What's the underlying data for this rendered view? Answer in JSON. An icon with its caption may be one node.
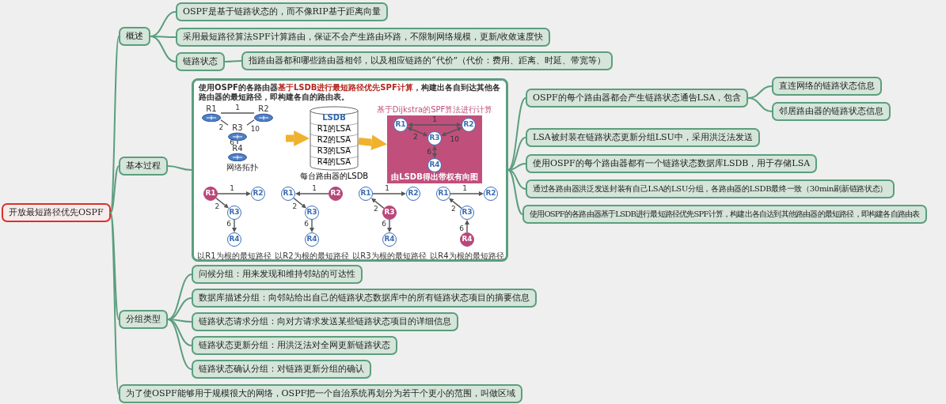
{
  "diagram": {
    "nodes": [
      {
        "text": [
          "开放最短路径优先OSPF"
        ]
      },
      {
        "text": [
          "概述"
        ]
      },
      {
        "text": [
          "OSPF是基于链路状态的，而不像RIP基于距离向量"
        ]
      },
      {
        "text": [
          "采用最短路径算法SPF计算路由，保证不会产生路由环路，不限制网络规模，更新/收敛速度快"
        ]
      },
      {
        "text": [
          "链路状态"
        ]
      },
      {
        "text": [
          "指路由器都和哪些路由器相邻，以及相应链路的“代价”（代价：费用、距离、时延、带宽等）"
        ]
      },
      {
        "text": [
          "基本过程"
        ]
      },
      {
        "text": [
          "使用OSPF的各路由器**基于LSDB进行最短路径优先SPF计算**，构建出各自到达其他各路由器的最短路径，即构建各自的路由表。"
        ]
      },
      {
        "text": [
          "网络拓扑"
        ],
        "in": 7
      },
      {
        "text": [
          "R1"
        ],
        "in": 8
      },
      {
        "text": [
          "R2"
        ],
        "in": 8
      },
      {
        "text": [
          "R3"
        ],
        "in": 8
      },
      {
        "text": [
          "R4"
        ],
        "in": 8
      },
      {
        "text": [
          "LSDB",
          "R1的LSA",
          "R2的LSA",
          "R3的LSA",
          "R4的LSA"
        ],
        "beside": [
          "每台路由器的LSDB"
        ],
        "in": 7
      },
      {
        "text": [
          "基于Dijkstra的SPF算法进行计算",
          "由LSDB得出带权有向图"
        ],
        "in": 7
      },
      {
        "text": [
          "R1"
        ],
        "in": 14
      },
      {
        "text": [
          "R2"
        ],
        "in": 14
      },
      {
        "text": [
          "R3"
        ],
        "in": 14
      },
      {
        "text": [
          "R4"
        ],
        "in": 14
      },
      {
        "text": [
          "以R1为根的最短路径"
        ],
        "in": 7
      },
      {
        "text": [
          "R1"
        ],
        "in": 19
      },
      {
        "text": [
          "R2"
        ],
        "in": 19
      },
      {
        "text": [
          "R3"
        ],
        "in": 19
      },
      {
        "text": [
          "R4"
        ],
        "in": 19
      },
      {
        "text": [
          "以R2为根的最短路径"
        ],
        "in": 7
      },
      {
        "text": [
          "R1"
        ],
        "in": 24
      },
      {
        "text": [
          "R2"
        ],
        "in": 24
      },
      {
        "text": [
          "R3"
        ],
        "in": 24
      },
      {
        "text": [
          "R4"
        ],
        "in": 24
      },
      {
        "text": [
          "以R3为根的最短路径"
        ],
        "in": 7
      },
      {
        "text": [
          "R1"
        ],
        "in": 29
      },
      {
        "text": [
          "R2"
        ],
        "in": 29
      },
      {
        "text": [
          "R3"
        ],
        "in": 29
      },
      {
        "text": [
          "R4"
        ],
        "in": 29
      },
      {
        "text": [
          "以R4为根的最短路径"
        ],
        "in": 7
      },
      {
        "text": [
          "R1"
        ],
        "in": 34
      },
      {
        "text": [
          "R2"
        ],
        "in": 34
      },
      {
        "text": [
          "R3"
        ],
        "in": 34
      },
      {
        "text": [
          "R4"
        ],
        "in": 34
      },
      {
        "text": [
          "OSPF的每个路由器都会产生链路状态通告LSA，包含"
        ]
      },
      {
        "text": [
          "直连网络的链路状态信息"
        ]
      },
      {
        "text": [
          "邻居路由器的链路状态信息"
        ]
      },
      {
        "text": [
          "LSA被封装在链路状态更新分组LSU中，采用洪泛法发送"
        ]
      },
      {
        "text": [
          "使用OSPF的每个路由器都有一个链路状态数据库LSDB，用于存储LSA"
        ]
      },
      {
        "text": [
          "通过各路由器洪泛发送封装有自己LSA的LSU分组，各路由器的LSDB最终一致（30min刷新链路状态）"
        ]
      },
      {
        "text": [
          "使用OSPF的各路由器基于LSDB进行最短路径优先SPF计算，构建出各自达到其他路由器的最短路径，即构建各自路由表"
        ]
      },
      {
        "text": [
          "分组类型"
        ]
      },
      {
        "text": [
          "问候分组：用来发现和维持邻站的可达性"
        ]
      },
      {
        "text": [
          "数据库描述分组：向邻站给出自己的链路状态数据库中的所有链路状态项目的摘要信息"
        ]
      },
      {
        "text": [
          "链路状态请求分组：向对方请求发送某些链路状态项目的详细信息"
        ]
      },
      {
        "text": [
          "链路状态更新分组：用洪泛法对全网更新链路状态"
        ]
      },
      {
        "text": [
          "链路状态确认分组：对链路更新分组的确认"
        ]
      },
      {
        "text": [
          "为了使OSPF能够用于规模很大的网络，OSPF把一个自治系统再划分为若干个更小的范围，叫做区域"
        ]
      }
    ],
    "edges": [
      {
        "from": 0,
        "to": 1,
        "arrow": "none",
        "color": "#5b9e7e"
      },
      {
        "from": 1,
        "to": 2,
        "arrow": "none",
        "color": "#5b9e7e"
      },
      {
        "from": 1,
        "to": 3,
        "arrow": "none",
        "color": "#5b9e7e"
      },
      {
        "from": 1,
        "to": 4,
        "arrow": "none",
        "color": "#5b9e7e"
      },
      {
        "from": 4,
        "to": 5,
        "arrow": "none",
        "color": "#5b9e7e"
      },
      {
        "from": 0,
        "to": 6,
        "arrow": "none",
        "color": "#5b9e7e"
      },
      {
        "from": 6,
        "to": 7,
        "arrow": "none",
        "color": "#5b9e7e"
      },
      {
        "from": 7,
        "to": 39,
        "arrow": "none",
        "color": "#5b9e7e"
      },
      {
        "from": 39,
        "to": 40,
        "arrow": "none",
        "color": "#5b9e7e"
      },
      {
        "from": 39,
        "to": 41,
        "arrow": "none",
        "color": "#5b9e7e"
      },
      {
        "from": 7,
        "to": 42,
        "arrow": "none",
        "color": "#5b9e7e"
      },
      {
        "from": 7,
        "to": 43,
        "arrow": "none",
        "color": "#5b9e7e"
      },
      {
        "from": 7,
        "to": 44,
        "arrow": "none",
        "color": "#5b9e7e"
      },
      {
        "from": 7,
        "to": 45,
        "arrow": "none",
        "color": "#5b9e7e"
      },
      {
        "from": 0,
        "to": 46,
        "arrow": "none",
        "color": "#5b9e7e"
      },
      {
        "from": 46,
        "to": 47,
        "arrow": "none",
        "color": "#5b9e7e"
      },
      {
        "from": 46,
        "to": 48,
        "arrow": "none",
        "color": "#5b9e7e"
      },
      {
        "from": 46,
        "to": 49,
        "arrow": "none",
        "color": "#5b9e7e"
      },
      {
        "from": 46,
        "to": 50,
        "arrow": "none",
        "color": "#5b9e7e"
      },
      {
        "from": 46,
        "to": 51,
        "arrow": "none",
        "color": "#5b9e7e"
      },
      {
        "from": 0,
        "to": 52,
        "arrow": "none",
        "color": "#5b9e7e"
      },
      {
        "from": 8,
        "to": 13,
        "arrow": "to",
        "style": "thick",
        "color": "#f0b12c"
      },
      {
        "from": 13,
        "to": 14,
        "arrow": "to",
        "style": "thick",
        "color": "#f0b12c"
      },
      {
        "from": 9,
        "to": 10,
        "arrow": "none",
        "label": "1"
      },
      {
        "from": 9,
        "to": 11,
        "arrow": "none",
        "label": "2"
      },
      {
        "from": 11,
        "to": 10,
        "arrow": "none",
        "label": "10"
      },
      {
        "from": 11,
        "to": 12,
        "arrow": "none",
        "label": "6"
      },
      {
        "from": 15,
        "to": 16,
        "arrow": "both",
        "label": "1"
      },
      {
        "from": 15,
        "to": 17,
        "arrow": "both",
        "label": "2"
      },
      {
        "from": 17,
        "to": 16,
        "arrow": "both",
        "label": "10"
      },
      {
        "from": 17,
        "to": 18,
        "arrow": "both",
        "label": "6"
      },
      {
        "from": 20,
        "to": 21,
        "arrow": "to",
        "label": "1"
      },
      {
        "from": 20,
        "to": 22,
        "arrow": "to",
        "label": "2"
      },
      {
        "from": 22,
        "to": 23,
        "arrow": "to",
        "label": "6"
      },
      {
        "from": 26,
        "to": 25,
        "arrow": "to",
        "label": "1"
      },
      {
        "from": 25,
        "to": 27,
        "arrow": "to",
        "label": "2"
      },
      {
        "from": 27,
        "to": 28,
        "arrow": "to",
        "label": "6"
      },
      {
        "from": 30,
        "to": 31,
        "arrow": "to",
        "label": "1"
      },
      {
        "from": 32,
        "to": 30,
        "arrow": "to",
        "label": "2"
      },
      {
        "from": 32,
        "to": 33,
        "arrow": "to",
        "label": "6"
      },
      {
        "from": 35,
        "to": 36,
        "arrow": "to",
        "label": "1"
      },
      {
        "from": 37,
        "to": 35,
        "arrow": "to",
        "label": "2"
      },
      {
        "from": 38,
        "to": 37,
        "arrow": "to",
        "label": "6"
      }
    ]
  }
}
